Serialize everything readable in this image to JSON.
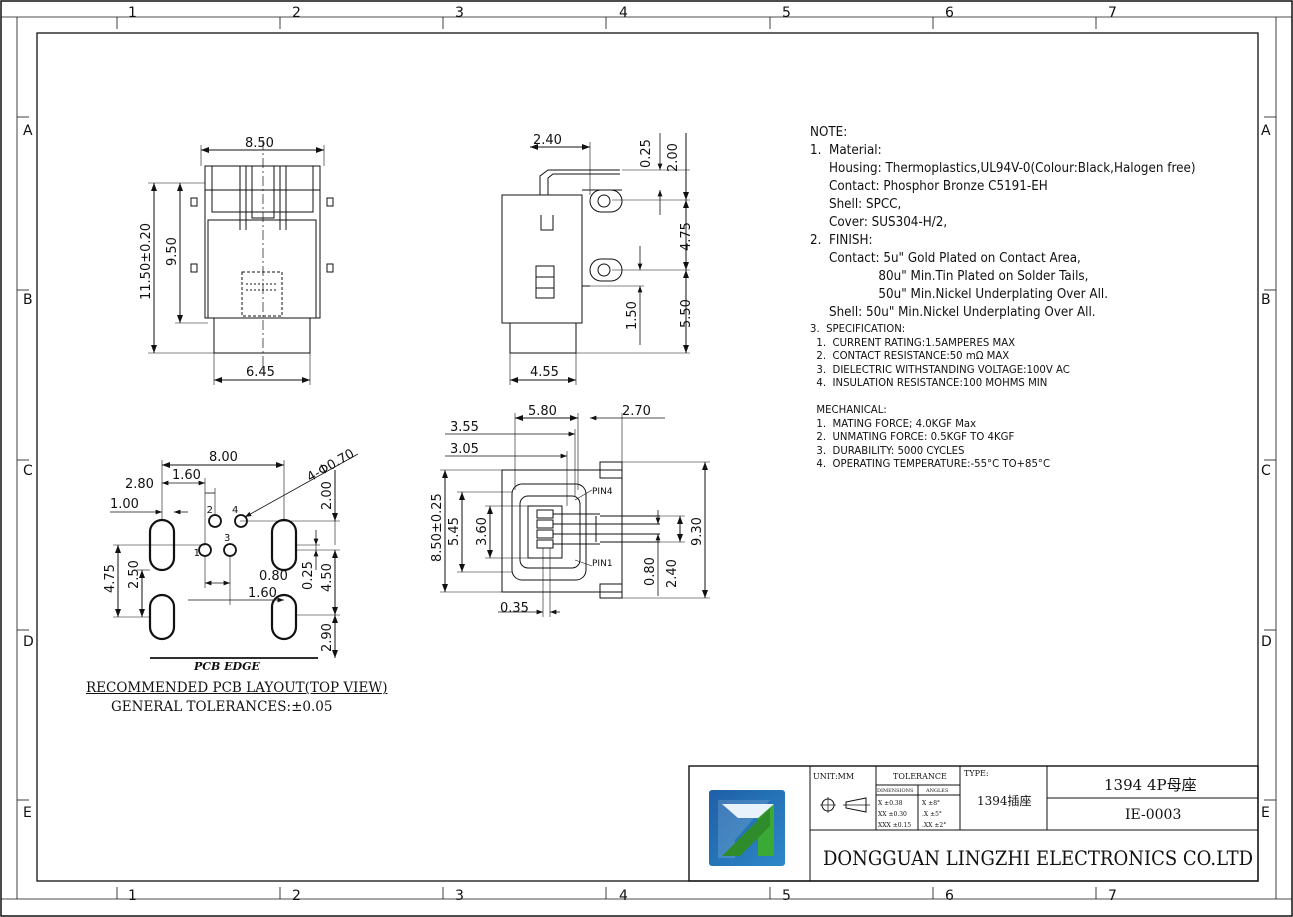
{
  "border": {
    "columns": [
      "1",
      "2",
      "3",
      "4",
      "5",
      "6",
      "7"
    ],
    "rows": [
      "A",
      "B",
      "C",
      "D",
      "E"
    ]
  },
  "front_view": {
    "dims": {
      "width_top": "8.50",
      "height_total": "11.50±0.20",
      "height_body": "9.50",
      "width_bottom": "6.45"
    }
  },
  "side_view": {
    "dims": {
      "top_left": "2.40",
      "d025": "0.25",
      "d200": "2.00",
      "d475": "4.75",
      "d150": "1.50",
      "d550": "5.50",
      "bottom": "4.55"
    }
  },
  "pcb_layout": {
    "dims": {
      "d800": "8.00",
      "d280": "2.80",
      "d160a": "1.60",
      "d100": "1.00",
      "holes": "4-Φ0.70",
      "d200": "2.00",
      "d475": "4.75",
      "d250": "2.50",
      "d080": "0.80",
      "d025": "0.25",
      "d450": "4.50",
      "d160b": "1.60",
      "d290": "2.90"
    },
    "pins": [
      "1",
      "2",
      "3",
      "4"
    ],
    "pcb_edge": "PCB EDGE",
    "caption": "RECOMMENDED PCB LAYOUT(TOP VIEW)",
    "tolerance": "GENERAL TOLERANCES:±0.05"
  },
  "top_view": {
    "dims": {
      "d580": "5.80",
      "d270": "2.70",
      "d355": "3.55",
      "d305": "3.05",
      "d850": "8.50±0.25",
      "d545": "5.45",
      "d360": "3.60",
      "d930": "9.30",
      "d080": "0.80",
      "d240": "2.40",
      "d035": "0.35"
    },
    "pin4": "PIN4",
    "pin1": "PIN1"
  },
  "note": {
    "title": "NOTE:",
    "lines": [
      "1.  Material:",
      "     Housing: Thermoplastics,UL94V-0(Colour:Black,Halogen free)",
      "     Contact: Phosphor Bronze C5191-EH",
      "     Shell: SPCC,",
      "     Cover: SUS304-H/2,",
      "2.  FINISH:",
      "     Contact: 5u\" Gold Plated on Contact Area,",
      "                  80u\" Min.Tin Plated on Solder Tails,",
      "                  50u\" Min.Nickel Underplating Over All.",
      "     Shell: 50u\" Min.Nickel Underplating Over All."
    ],
    "spec_title": "3.  SPECIFICATION:",
    "spec": [
      "  1.  CURRENT RATING:1.5AMPERES MAX",
      "  2.  CONTACT RESISTANCE:50 mΩ MAX",
      "  3.  DIELECTRIC WITHSTANDING VOLTAGE:100V AC",
      "  4.  INSULATION RESISTANCE:100 MOHMS MIN"
    ],
    "mech_title": "  MECHANICAL:",
    "mech": [
      "  1.  MATING FORCE; 4.0KGF Max",
      "  2.  UNMATING FORCE: 0.5KGF TO 4KGF",
      "  3.  DURABILITY: 5000 CYCLES",
      "  4.  OPERATING TEMPERATURE:-55°C TO+85°C"
    ]
  },
  "title_block": {
    "unit": "UNIT:MM",
    "tolerance_title": "TOLERANCE",
    "dimensions_label": "DIMENSIONS",
    "angles_label": "ANGLES",
    "dim_rows": [
      "X   ±0.38",
      "XX  ±0.30",
      "XXX ±0.15"
    ],
    "ang_rows": [
      "X    ±8°",
      ".X    ±5°",
      ".XX  ±2°"
    ],
    "type_label": "TYPE:",
    "type_value": "1394插座",
    "part_name": "1394 4P母座",
    "part_number": "IE-0003",
    "company": "DONGGUAN LINGZHI ELECTRONICS CO.LTD",
    "logo_colors": {
      "blue": "#1f5fa8",
      "green": "#3aa935"
    }
  }
}
